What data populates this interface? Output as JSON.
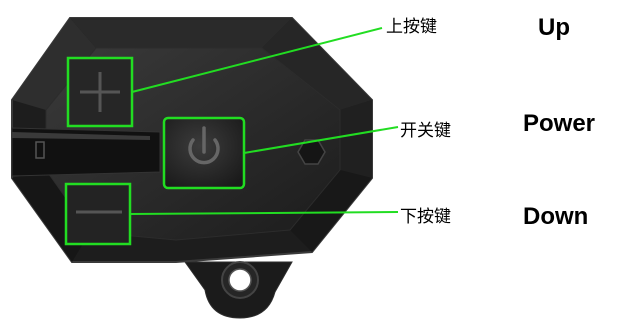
{
  "colors": {
    "device_body": "#1e1e1e",
    "device_edge": "#3a3a3a",
    "device_face_light": "#343434",
    "highlight": "#22dd22",
    "button_face": "#2a2a2a",
    "text": "#000000"
  },
  "callouts": [
    {
      "id": "up",
      "label_cn": "上按键",
      "label_en": "Up"
    },
    {
      "id": "power",
      "label_cn": "开关键",
      "label_en": "Power"
    },
    {
      "id": "down",
      "label_cn": "下按键",
      "label_en": "Down"
    }
  ],
  "icons": {
    "up": "plus-icon",
    "power": "power-icon",
    "down": "minus-icon"
  }
}
